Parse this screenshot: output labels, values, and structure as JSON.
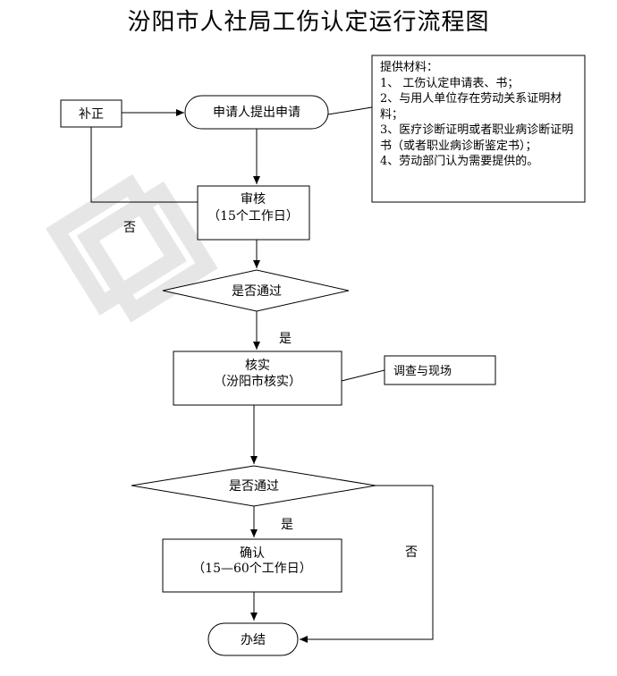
{
  "title": "汾阳市人社局工伤认定运行流程图",
  "nodes": {
    "apply": "申请人提出申请",
    "correct": "补正",
    "review_line1": "审核",
    "review_line2": "（15个工作日）",
    "pass1": "是否通过",
    "verify_line1": "核实",
    "verify_line2": "（汾阳市核实）",
    "pass2": "是否通过",
    "confirm_line1": "确认",
    "confirm_line2": "（15—60个工作日）",
    "done": "办结"
  },
  "edge_labels": {
    "no1": "否",
    "yes1": "是",
    "yes2": "是",
    "no2": "否"
  },
  "notes": {
    "materials": "提供材料：\n1、 工伤认定申请表、书；\n2、与用人单位存在劳动关系证明材料；\n3、医疗诊断证明或者职业病诊断证明书（或者职业病诊断鉴定书）；\n4、劳动部门认为需要提供的。",
    "investigate": "调查与现场"
  }
}
